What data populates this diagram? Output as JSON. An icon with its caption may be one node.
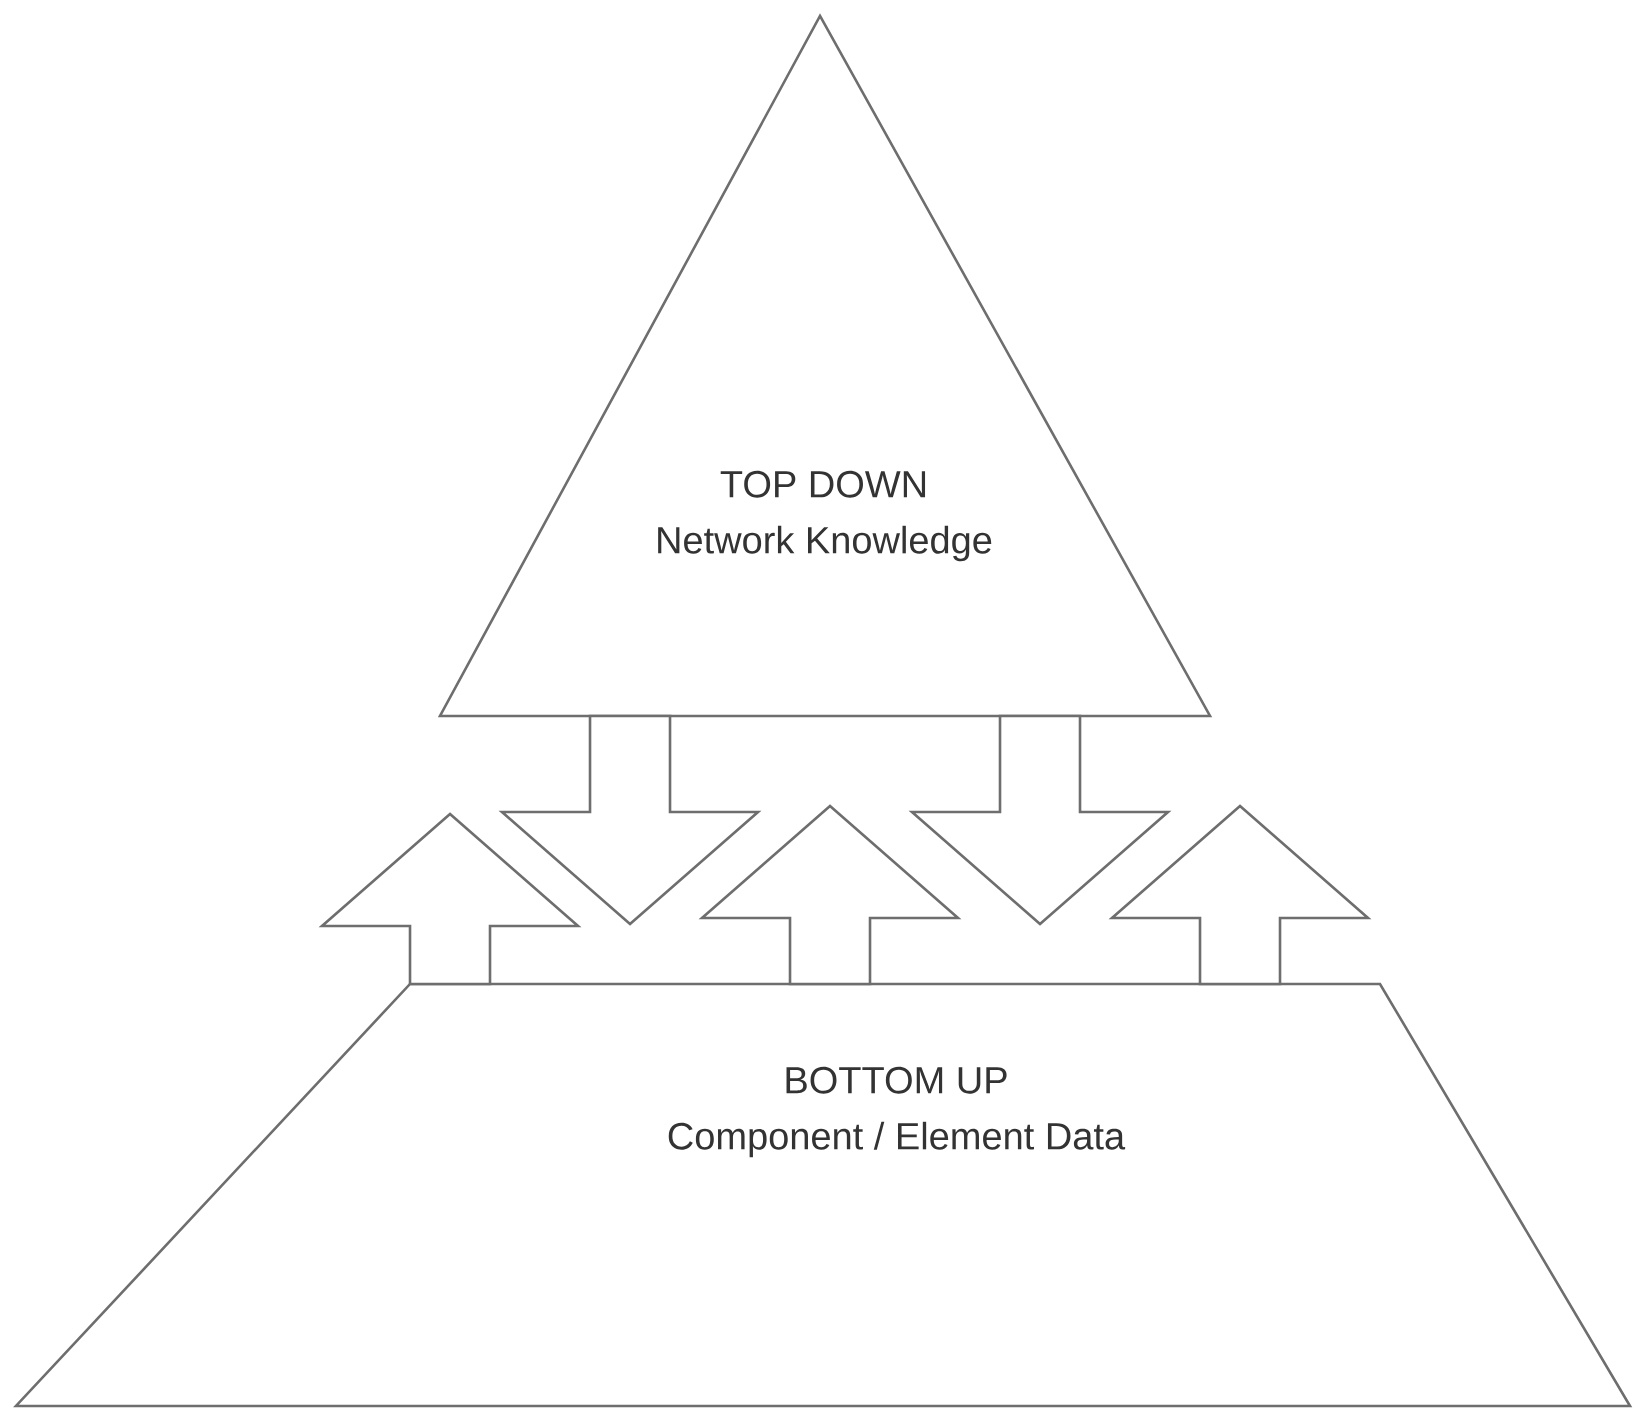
{
  "diagram": {
    "nodes": [
      {
        "text": [
          "TOP DOWN",
          "Network Knowledge"
        ]
      },
      {
        "text": [
          "BOTTOM UP",
          "Component / Element Data"
        ]
      }
    ],
    "edges": [
      {
        "from": 1,
        "to": 0,
        "arrow": "to"
      },
      {
        "from": 0,
        "to": 1,
        "arrow": "to"
      },
      {
        "from": 1,
        "to": 0,
        "arrow": "to"
      },
      {
        "from": 0,
        "to": 1,
        "arrow": "to"
      },
      {
        "from": 1,
        "to": 0,
        "arrow": "to"
      }
    ]
  }
}
